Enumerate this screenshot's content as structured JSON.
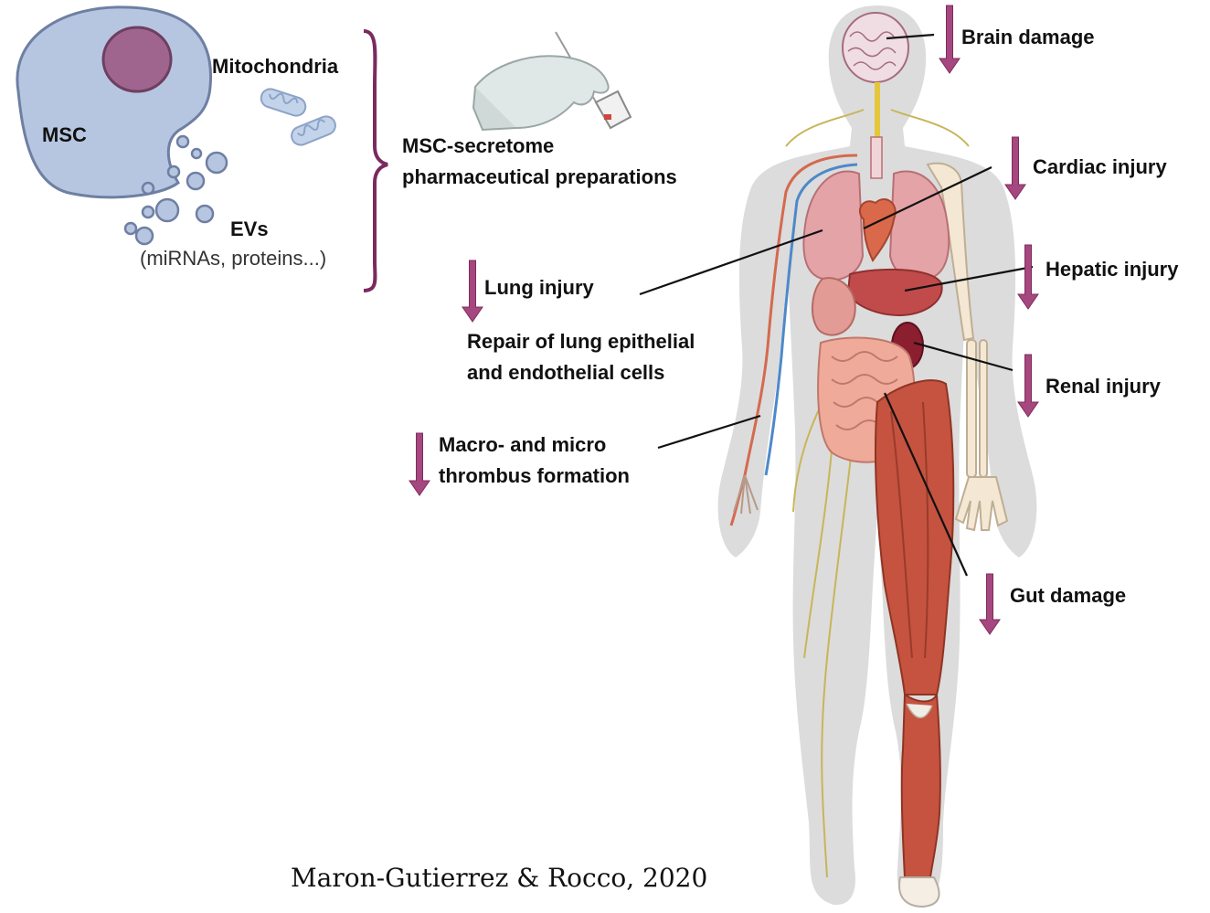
{
  "colors": {
    "arrow": "#a6477f",
    "cell": "#b7c6e0",
    "nucleus": "#a0658e",
    "bracket": "#7b2a61",
    "silhouette": "#d9d9d9",
    "muscle": "#c5533f",
    "lung": "#e4a3a6",
    "liver": "#c14b4b",
    "kidney": "#8b1e2f",
    "intestine": "#efaa9a"
  },
  "msc_panel": {
    "cell_label": "MSC",
    "mitochondria_label": "Mitochondria",
    "evs_label": "EVs",
    "evs_detail": "(miRNAs, proteins...)",
    "secretome_line1": "MSC-secretome",
    "secretome_line2": "pharmaceutical preparations",
    "icons": [
      "msc-cell-icon",
      "mitochondria-icon",
      "extracellular-vesicles-icon",
      "gloved-hand-syringe-icon"
    ]
  },
  "effects": {
    "brain": "Brain damage",
    "cardiac": "Cardiac injury",
    "hepatic": "Hepatic injury",
    "renal": "Renal injury",
    "gut": "Gut damage",
    "lung": "Lung injury",
    "lung_repair_line1": "Repair of lung epithelial",
    "lung_repair_line2": "and endothelial cells",
    "thrombus_line1": "Macro- and micro",
    "thrombus_line2": "thrombus formation",
    "arrow_direction": "down"
  },
  "body": {
    "icon": "human-anatomy-icon",
    "organs": [
      "brain",
      "heart",
      "lungs",
      "liver",
      "kidney",
      "stomach",
      "intestines",
      "blood-vessels",
      "nerves",
      "muscles",
      "skeleton-arm"
    ]
  },
  "citation": "Maron-Gutierrez & Rocco, 2020"
}
